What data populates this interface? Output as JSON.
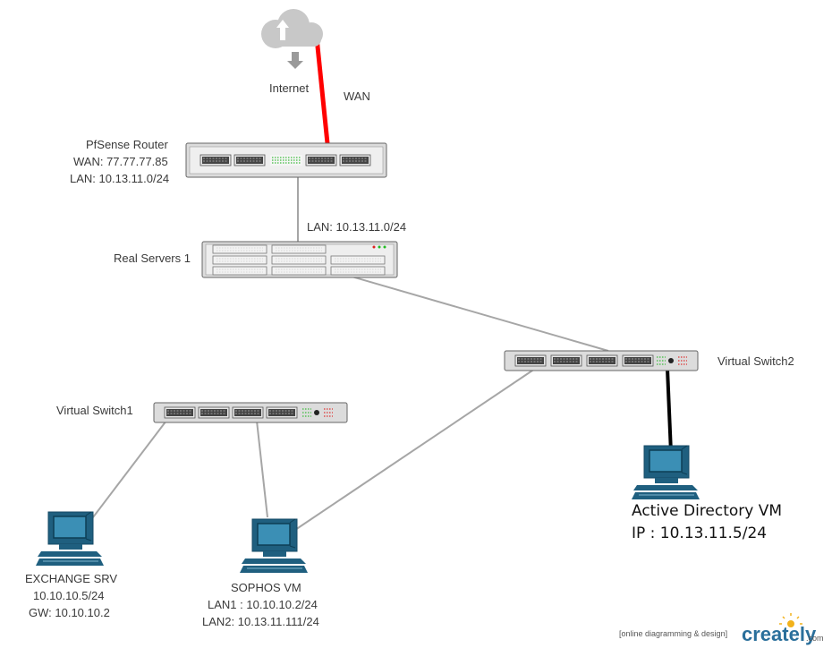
{
  "nodes": {
    "internet": {
      "label": "Internet"
    },
    "router": {
      "title": "PfSense Router",
      "wan": "WAN: 77.77.77.85",
      "lan": "LAN: 10.13.11.0/24"
    },
    "real_servers": {
      "label": "Real Servers 1"
    },
    "virtual_switch1": {
      "label": "Virtual Switch1"
    },
    "virtual_switch2": {
      "label": "Virtual Switch2"
    },
    "exchange": {
      "name": "EXCHANGE SRV",
      "ip": "10.10.10.5/24",
      "gw": "GW: 10.10.10.2"
    },
    "sophos": {
      "name": "SOPHOS VM",
      "lan1": "LAN1 : 10.10.10.2/24",
      "lan2": "LAN2: 10.13.11.111/24"
    },
    "active_directory": {
      "name": "Active Directory VM",
      "ip": "IP : 10.13.11.5/24"
    }
  },
  "links": {
    "wan_label": "WAN",
    "router_to_servers_label": "LAN: 10.13.11.0/24"
  },
  "footer": {
    "tagline": "[online diagramming & design]",
    "brand": "creately",
    "domain": ".com"
  },
  "colors": {
    "wan_link": "#ff0000",
    "ad_link": "#000000",
    "lan_link": "#a6a6a6",
    "computer": "#1f5f7f"
  }
}
